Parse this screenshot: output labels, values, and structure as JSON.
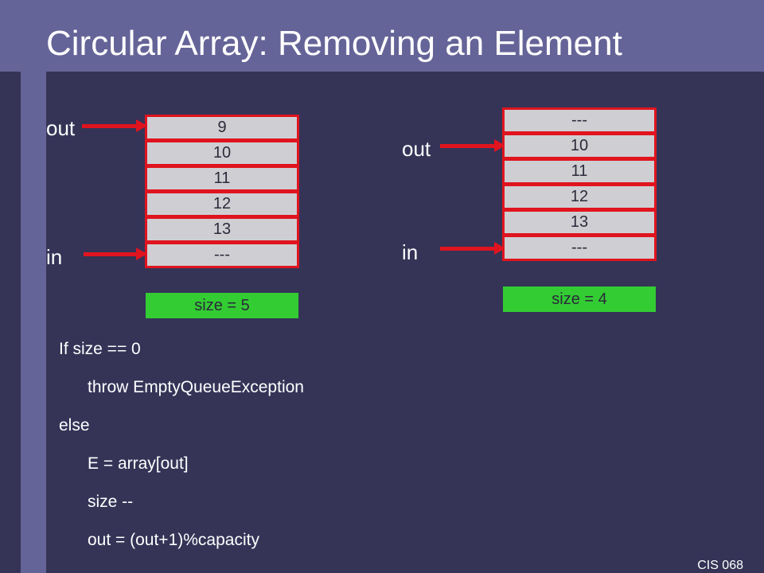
{
  "title": "Circular Array: Removing an Element",
  "left_diagram": {
    "out_label": "out",
    "in_label": "in",
    "cells": [
      "9",
      "10",
      "11",
      "12",
      "13",
      "---"
    ],
    "size_label": "size = 5"
  },
  "right_diagram": {
    "out_label": "out",
    "in_label": "in",
    "cells": [
      "---",
      "10",
      "11",
      "12",
      "13",
      "---"
    ],
    "size_label": "size = 4"
  },
  "pseudocode": [
    "If size == 0",
    "throw EmptyQueueException",
    "else",
    "E = array[out]",
    "size --",
    "out = (out+1)%capacity"
  ],
  "footer": "CIS 068",
  "colors": {
    "background": "#353457",
    "band": "#656498",
    "arrow": "#e0141e",
    "cell_fill": "#cfcfd3",
    "size_fill": "#33cc33"
  }
}
